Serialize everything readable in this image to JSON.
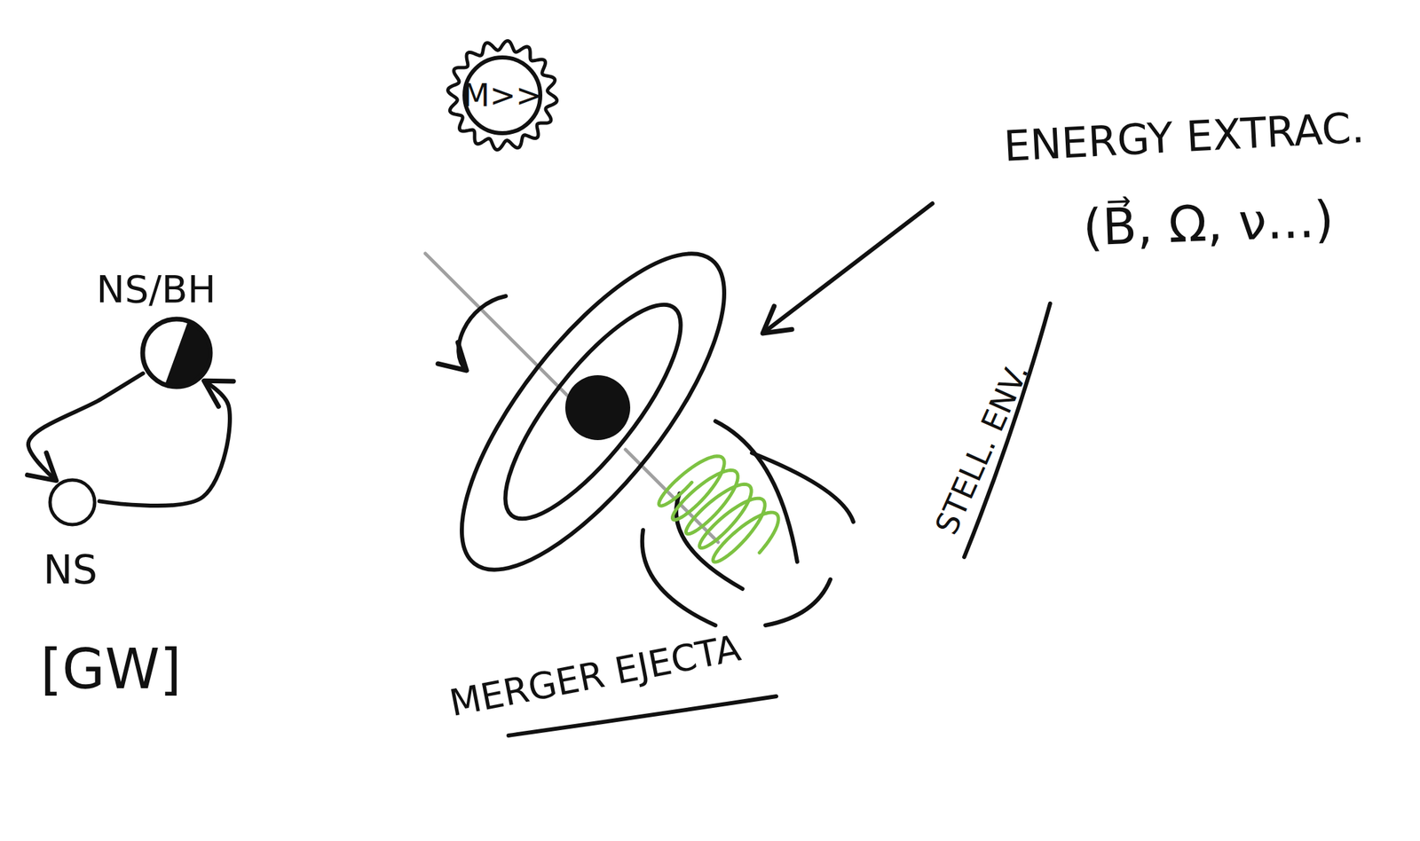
{
  "diagram": {
    "nodes": [
      {
        "text": [
          "NS/BH"
        ]
      },
      {
        "text": [
          "NS"
        ]
      },
      {
        "text": [
          "M>>"
        ]
      }
    ],
    "edges": [
      {
        "from": 0,
        "to": 1,
        "arrow": "to"
      },
      {
        "from": 1,
        "to": 0,
        "arrow": "to"
      }
    ],
    "labels": [
      "[GW]",
      "ENERGY EXTRAC.",
      "(B⃗, Ω, ν...)",
      "STELL. ENV.",
      "MERGER EJECTA"
    ]
  }
}
